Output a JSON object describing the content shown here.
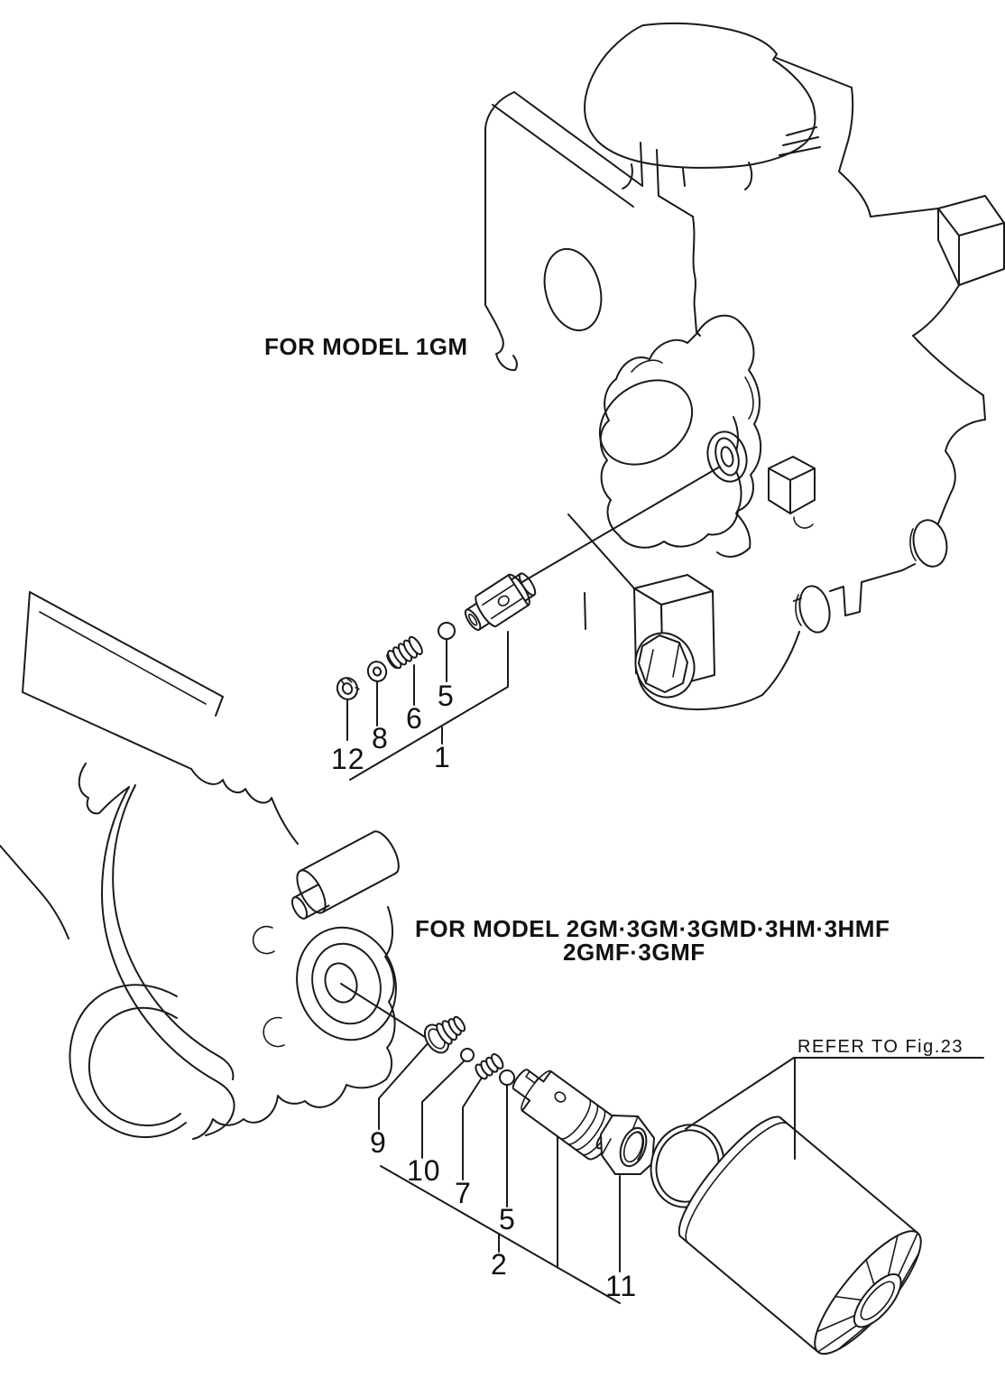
{
  "document": {
    "type": "engine-parts-diagram",
    "background": "#ffffff",
    "ink": "#1a1a1a"
  },
  "labels": {
    "model_1gm": "FOR MODEL 1GM",
    "model_multi_line1": "FOR MODEL 2GM·3GM·3GMD·3HM·3HMF",
    "model_multi_line2": "2GMF·3GMF",
    "refer_note": "REFER TO Fig.23"
  },
  "view_1gm": {
    "callouts": [
      {
        "number": "12"
      },
      {
        "number": "8"
      },
      {
        "number": "6"
      },
      {
        "number": "5"
      },
      {
        "number": "1"
      }
    ]
  },
  "view_multi": {
    "callouts": [
      {
        "number": "9"
      },
      {
        "number": "10"
      },
      {
        "number": "7"
      },
      {
        "number": "5"
      },
      {
        "number": "2"
      },
      {
        "number": "11"
      }
    ]
  }
}
